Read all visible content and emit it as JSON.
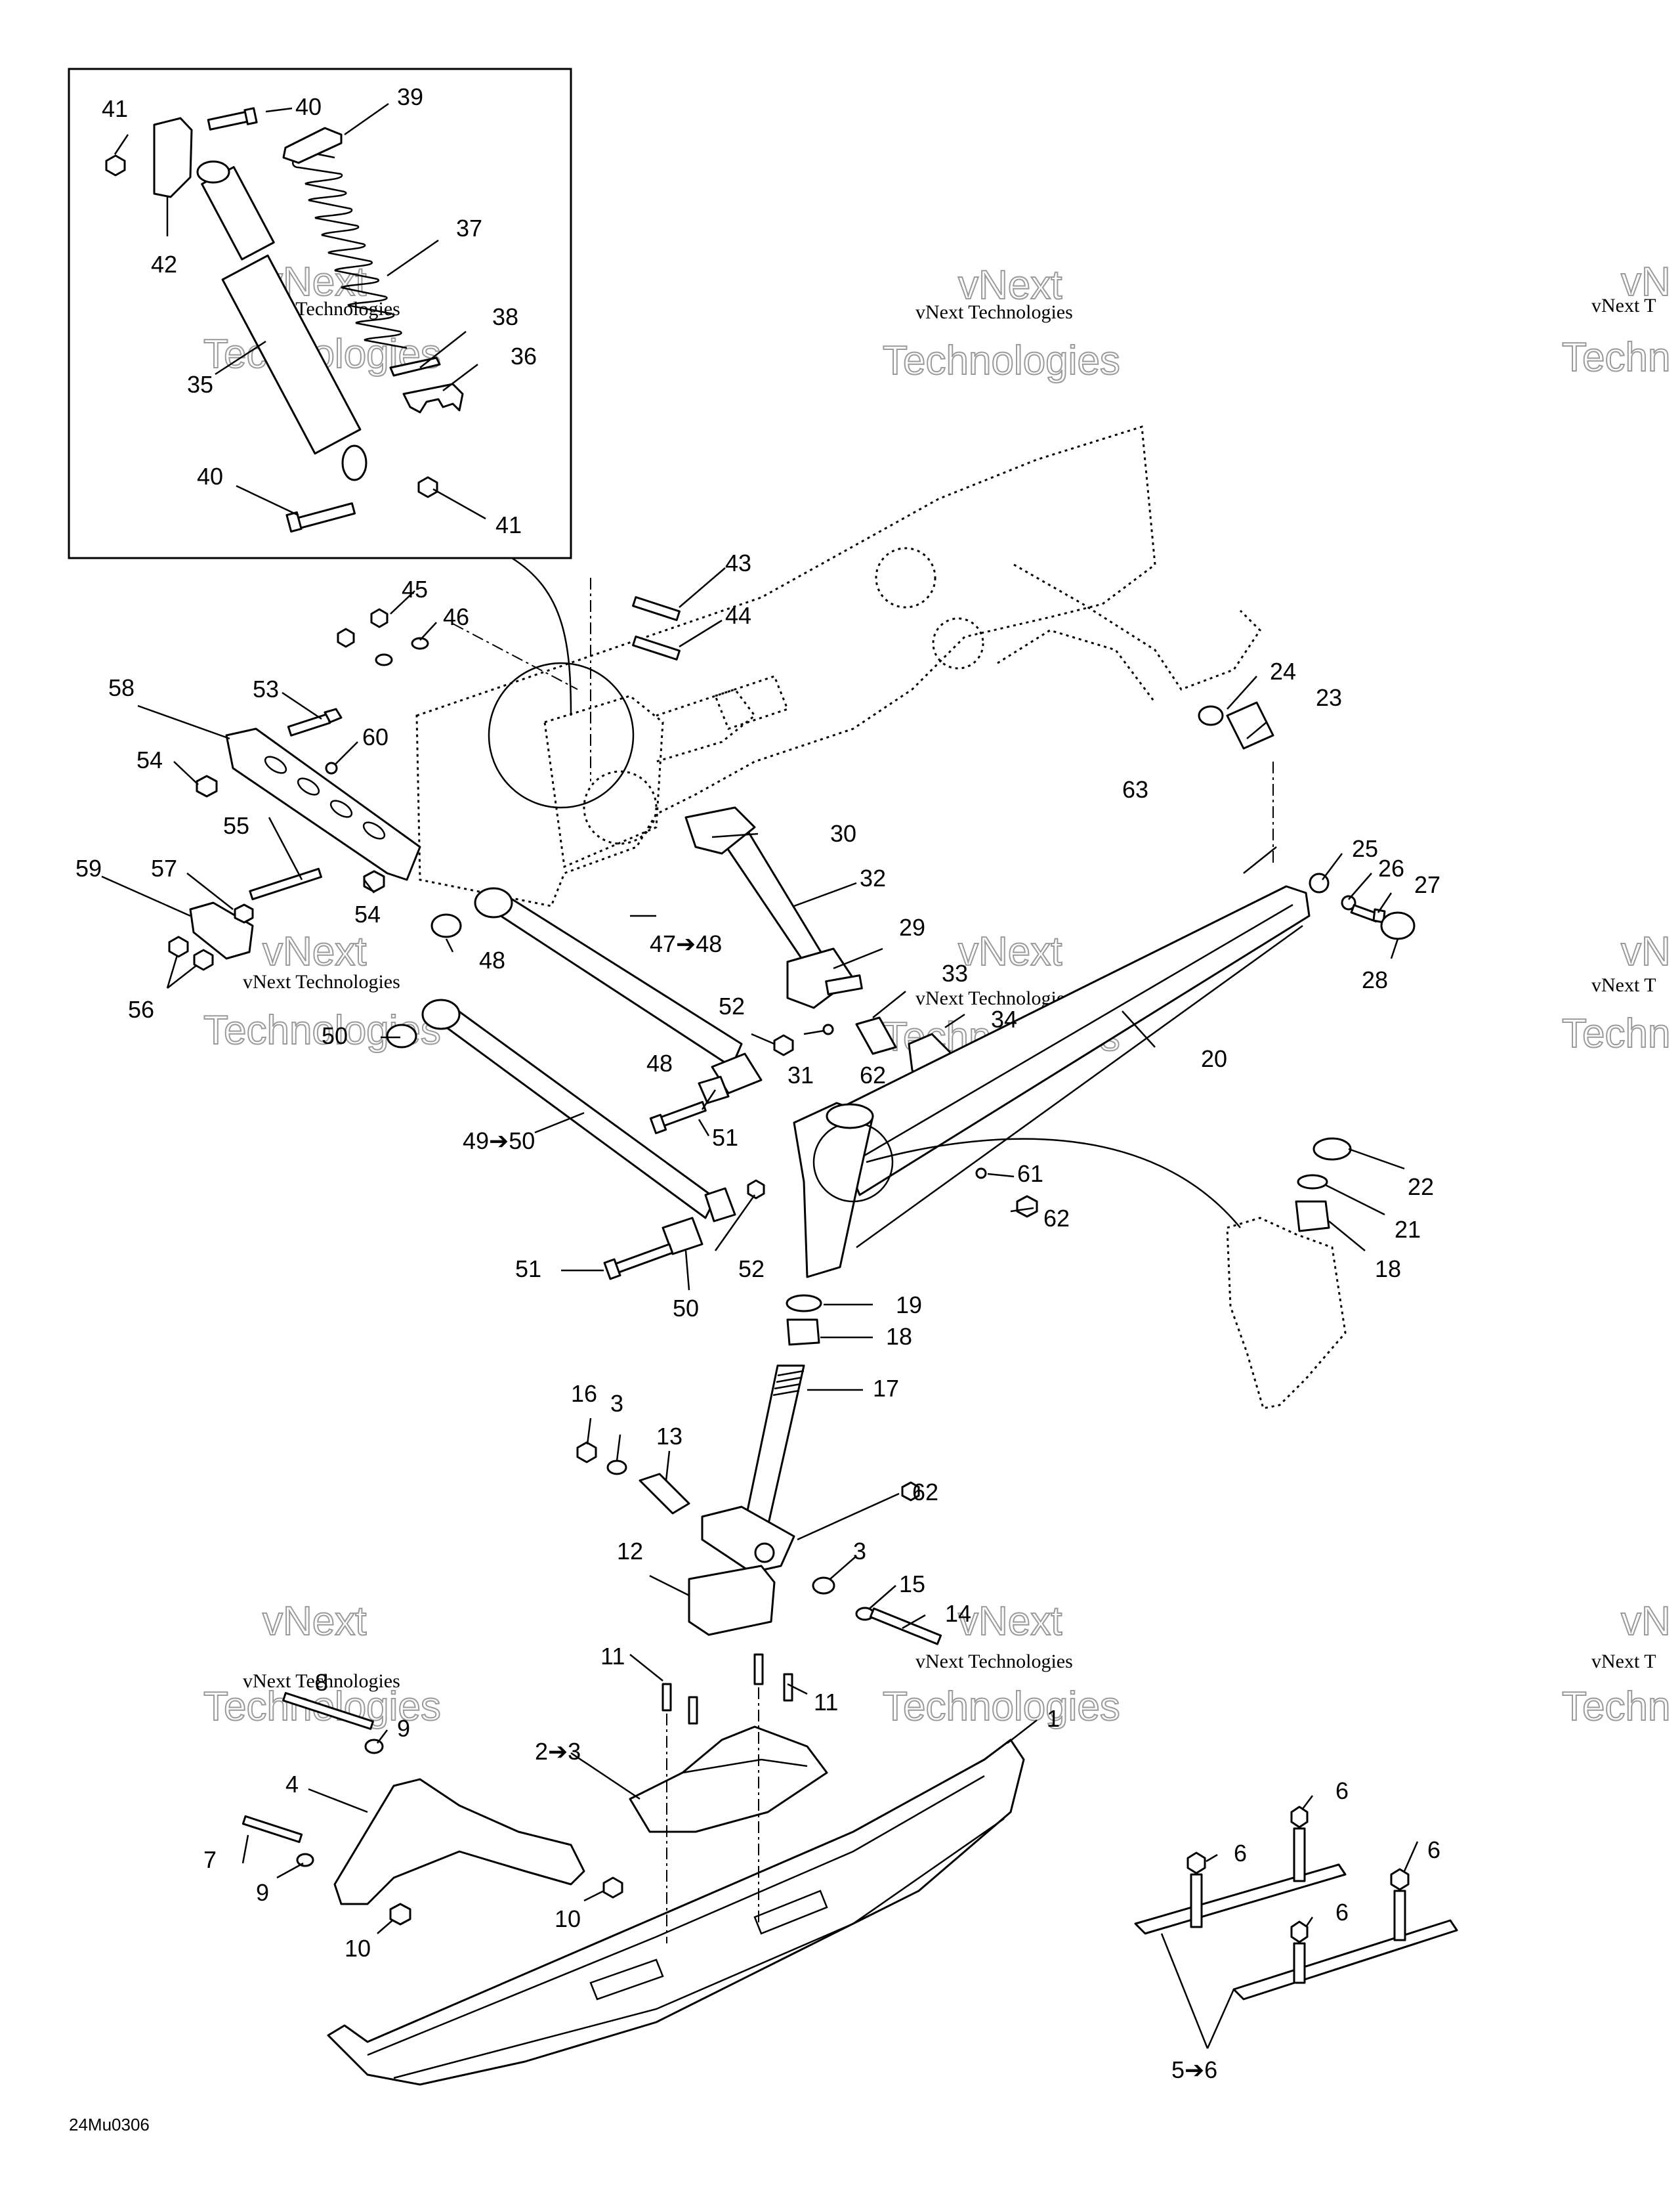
{
  "diagram_code": "24Mu0306",
  "watermark": {
    "line1": "vNext Technologies",
    "line2": "vNext",
    "line3": "Technologies",
    "partial1": "vN",
    "partial2": "vNext T",
    "partial3": "Techn"
  },
  "callouts": {
    "c1": "1",
    "c2to3": "2➔3",
    "c3a": "3",
    "c3b": "3",
    "c4": "4",
    "c5to6": "5➔6",
    "c6a": "6",
    "c6b": "6",
    "c6c": "6",
    "c6d": "6",
    "c7": "7",
    "c8": "8",
    "c9a": "9",
    "c9b": "9",
    "c10a": "10",
    "c10b": "10",
    "c11a": "11",
    "c11b": "11",
    "c12": "12",
    "c13": "13",
    "c14": "14",
    "c15": "15",
    "c16": "16",
    "c17": "17",
    "c18a": "18",
    "c18b": "18",
    "c19": "19",
    "c20": "20",
    "c21": "21",
    "c22": "22",
    "c23": "23",
    "c24": "24",
    "c25": "25",
    "c26": "26",
    "c27": "27",
    "c28": "28",
    "c29": "29",
    "c30": "30",
    "c31": "31",
    "c32": "32",
    "c33": "33",
    "c34": "34",
    "c35": "35",
    "c36": "36",
    "c37": "37",
    "c38": "38",
    "c39": "39",
    "c40a": "40",
    "c40b": "40",
    "c41a": "41",
    "c41b": "41",
    "c42": "42",
    "c43": "43",
    "c44": "44",
    "c45": "45",
    "c46": "46",
    "c47to48": "47➔48",
    "c48a": "48",
    "c48b": "48",
    "c49to50": "49➔50",
    "c50a": "50",
    "c50b": "50",
    "c51a": "51",
    "c51b": "51",
    "c52a": "52",
    "c52b": "52",
    "c53": "53",
    "c54a": "54",
    "c54b": "54",
    "c55": "55",
    "c56": "56",
    "c57": "57",
    "c58": "58",
    "c59": "59",
    "c60": "60",
    "c61": "61",
    "c62a": "62",
    "c62b": "62",
    "c62c": "62",
    "c63": "63"
  }
}
